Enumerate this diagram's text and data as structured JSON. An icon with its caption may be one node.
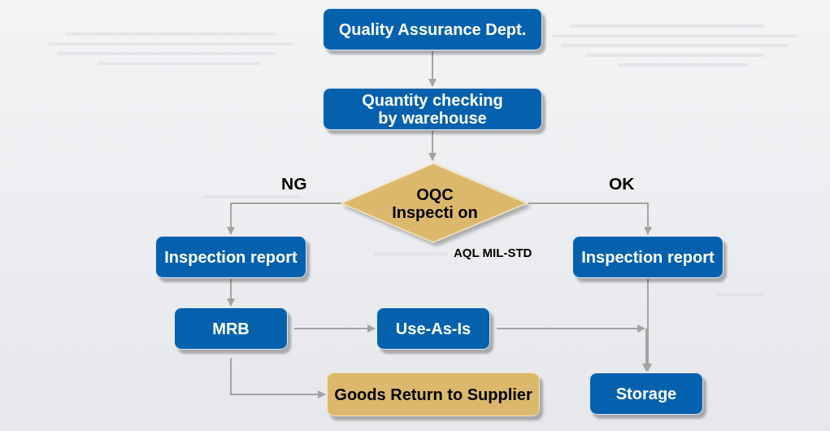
{
  "diagram": {
    "nodes": [
      {
        "text": [
          "Quality Assurance Dept."
        ]
      },
      {
        "text": [
          "Quantity checking by warehouse"
        ]
      },
      {
        "text": [
          "OQC Inspecti on"
        ],
        "beside": [
          "AQL MIL-STD"
        ]
      },
      {
        "text": [
          "Inspection report"
        ]
      },
      {
        "text": [
          "Inspection report"
        ]
      },
      {
        "text": [
          "MRB"
        ]
      },
      {
        "text": [
          "Use-As-Is"
        ]
      },
      {
        "text": [
          "Goods Return to Supplier"
        ]
      },
      {
        "text": [
          "Storage"
        ]
      }
    ],
    "edges": [
      {
        "from": 0,
        "to": 1,
        "arrow": "to"
      },
      {
        "from": 1,
        "to": 2,
        "arrow": "to"
      },
      {
        "from": 2,
        "to": 3,
        "arrow": "to",
        "label": "NG"
      },
      {
        "from": 2,
        "to": 4,
        "arrow": "to",
        "label": "OK"
      },
      {
        "from": 3,
        "to": 5,
        "arrow": "to"
      },
      {
        "from": 5,
        "to": 6,
        "arrow": "to"
      },
      {
        "from": 6,
        "to": 8,
        "arrow": "to"
      },
      {
        "from": 4,
        "to": 8,
        "arrow": "to"
      },
      {
        "from": 5,
        "to": 7,
        "arrow": "to"
      }
    ]
  }
}
